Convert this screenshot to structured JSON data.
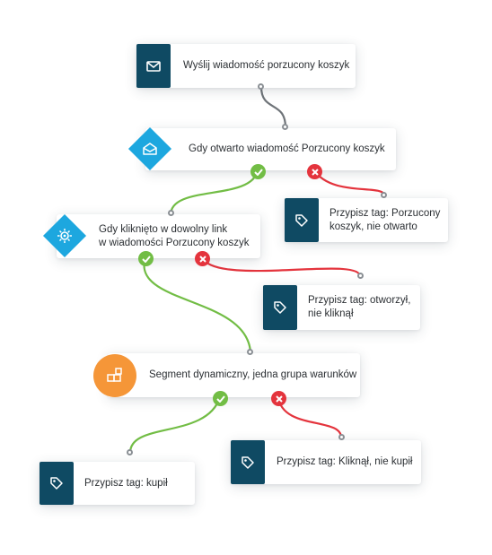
{
  "nodes": {
    "send_email": {
      "label": "Wyślij wiadomość porzucony koszyk",
      "icon": "envelope-icon"
    },
    "email_opened": {
      "label": "Gdy otwarto wiadomość Porzucony koszyk",
      "icon": "open-envelope-icon"
    },
    "tag_not_opened": {
      "label_line1": "Przypisz tag: Porzucony",
      "label_line2": "koszyk, nie otwarto",
      "icon": "tag-icon"
    },
    "link_clicked": {
      "label_line1": "Gdy kliknięto w dowolny link",
      "label_line2": "w wiadomości Porzucony koszyk",
      "icon": "click-icon"
    },
    "tag_opened_not_clicked": {
      "label_line1": "Przypisz tag: otworzył,",
      "label_line2": "nie kliknął",
      "icon": "tag-icon"
    },
    "segment": {
      "label": "Segment dynamiczny, jedna grupa warunków",
      "icon": "segment-blocks-icon"
    },
    "tag_bought": {
      "label": "Przypisz tag: kupił",
      "icon": "tag-icon"
    },
    "tag_clicked_not_bought": {
      "label": "Przypisz tag: Kliknął, nie kupił",
      "icon": "tag-icon"
    }
  },
  "branches": {
    "yes_icon": "check-icon",
    "no_icon": "cross-icon"
  },
  "colors": {
    "yes": "#72bd45",
    "no": "#e4343d",
    "neutral_wire": "#6f7479",
    "dark_tile": "#0f4a63",
    "diamond": "#1da7df",
    "segment_circle": "#f59638"
  }
}
